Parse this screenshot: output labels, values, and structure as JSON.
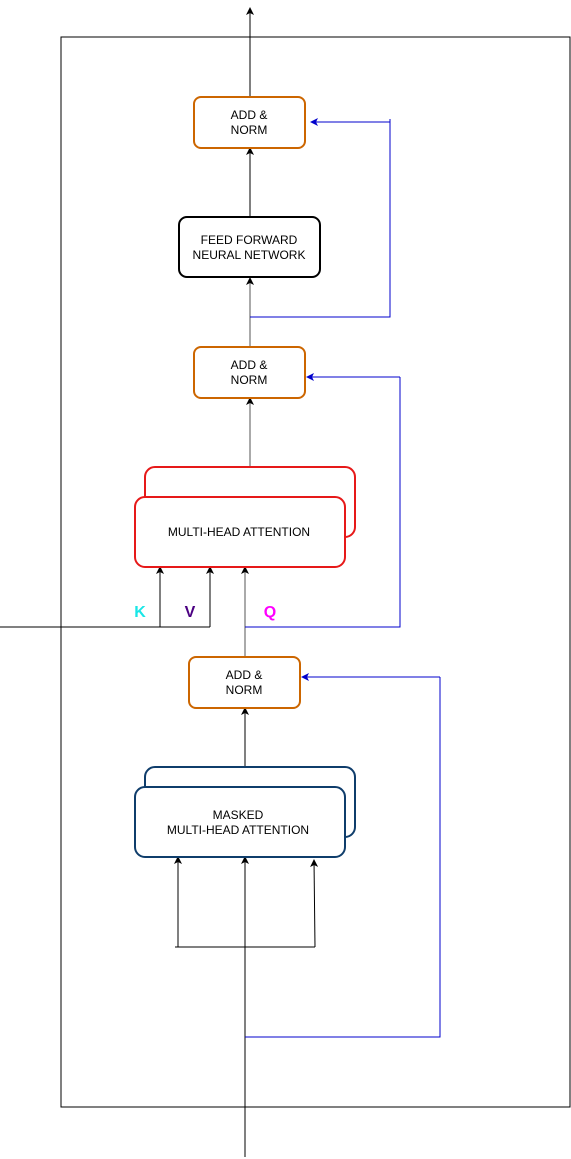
{
  "blocks": {
    "add_norm_top": {
      "line1": "ADD &",
      "line2": "NORM"
    },
    "feed_forward": {
      "line1": "FEED FORWARD",
      "line2": "NEURAL NETWORK"
    },
    "add_norm_middle": {
      "line1": "ADD &",
      "line2": "NORM"
    },
    "multi_head_attention": {
      "label": "MULTI-HEAD ATTENTION"
    },
    "add_norm_bottom": {
      "line1": "ADD &",
      "line2": "NORM"
    },
    "masked_attention": {
      "line1": "MASKED",
      "line2": "MULTI-HEAD ATTENTION"
    }
  },
  "inputs": {
    "k": "K",
    "v": "V",
    "q": "Q"
  },
  "colors": {
    "add_norm_border": "#cc6600",
    "feed_forward_border": "#000000",
    "attention_border": "#e61919",
    "masked_border": "#0f3d6b",
    "residual_line": "#0000cc",
    "k_label": "#19e6e6",
    "v_label": "#4b0082",
    "q_label": "#ff00ff"
  }
}
